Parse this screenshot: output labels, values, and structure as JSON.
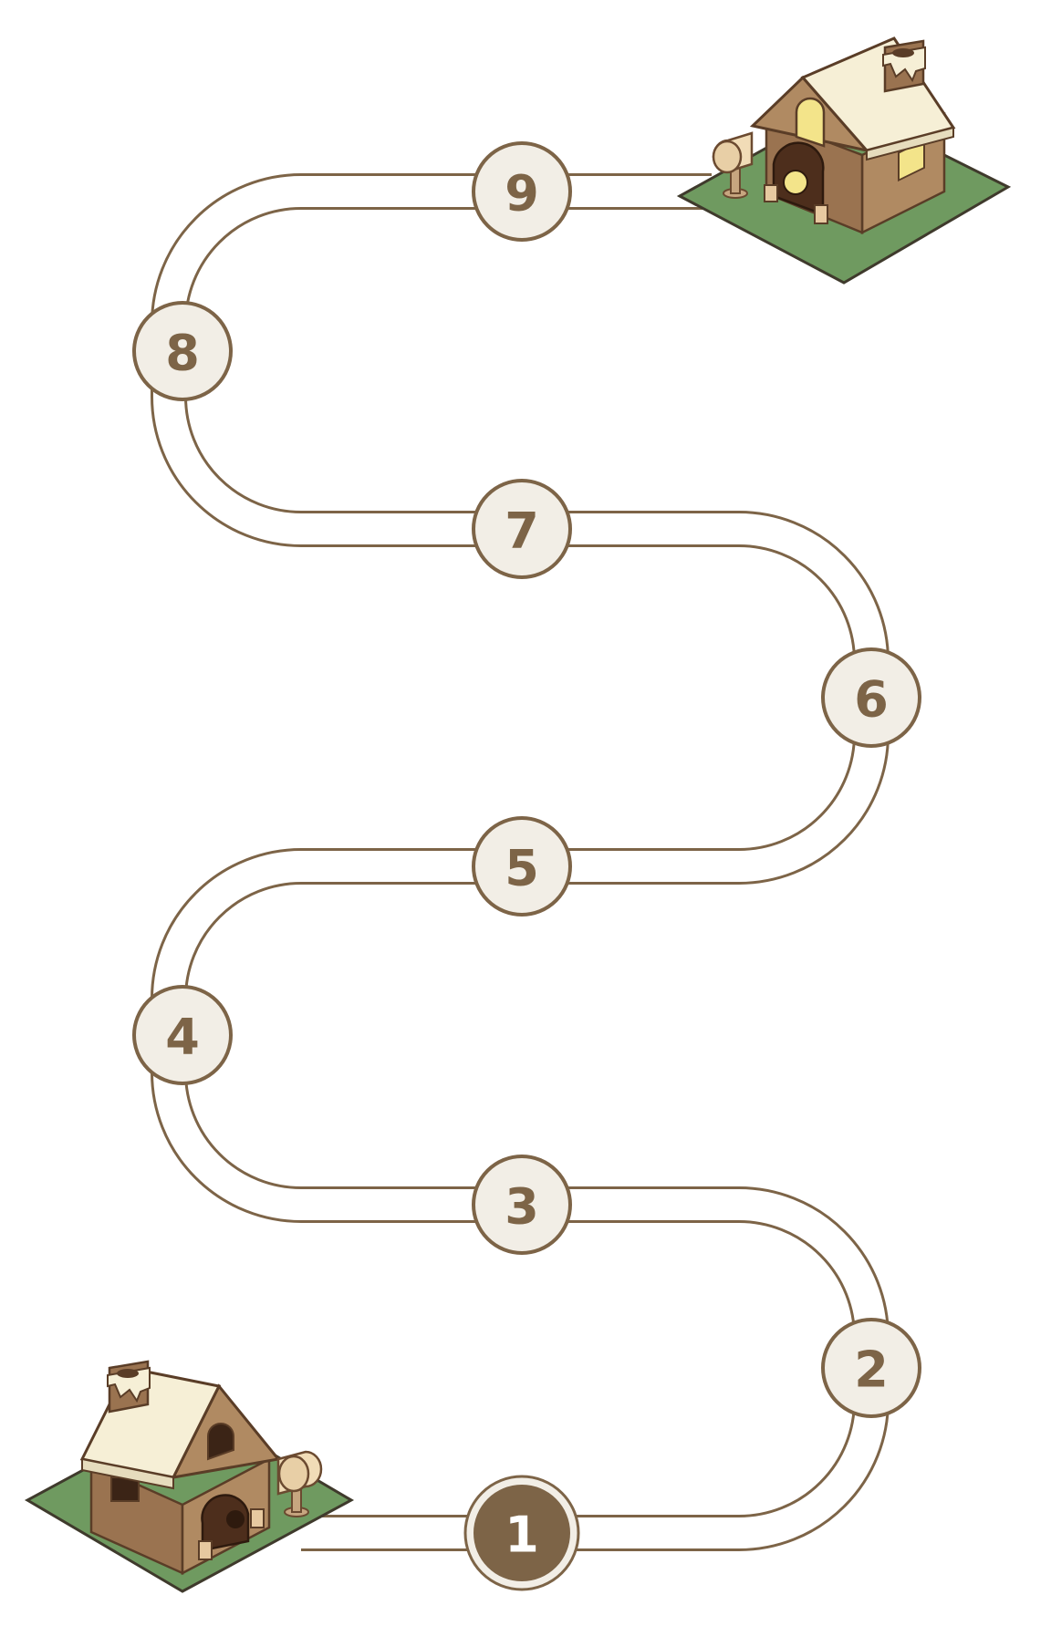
{
  "screen": "level-map",
  "colors": {
    "path_outline": "#7d6447",
    "path_fill": "#ffffff",
    "node_fill": "#f2eee6",
    "node_stroke": "#7d6447",
    "node_text": "#7d6447",
    "current_fill": "#7d6447",
    "current_text": "#ffffff",
    "grass": "#6f9a60",
    "roof": "#f6efd6",
    "wood": "#b08a62",
    "wood_dark": "#7a5638",
    "door_dark": "#4d2e1c",
    "window_glow": "#f3e48a"
  },
  "start_house": {
    "icon": "house-start-icon",
    "mailbox": "mailbox-icon"
  },
  "goal_house": {
    "icon": "house-goal-icon",
    "mailbox": "mailbox-icon",
    "lit": true
  },
  "levels": [
    {
      "label": "1",
      "state": "current"
    },
    {
      "label": "2",
      "state": "open"
    },
    {
      "label": "3",
      "state": "open"
    },
    {
      "label": "4",
      "state": "open"
    },
    {
      "label": "5",
      "state": "open"
    },
    {
      "label": "6",
      "state": "open"
    },
    {
      "label": "7",
      "state": "open"
    },
    {
      "label": "8",
      "state": "open"
    },
    {
      "label": "9",
      "state": "open"
    }
  ]
}
